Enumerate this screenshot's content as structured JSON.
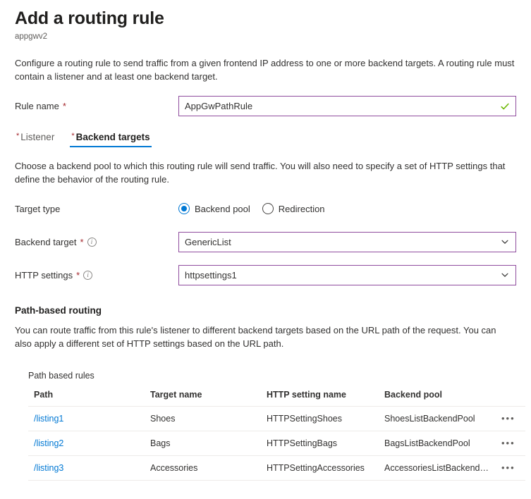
{
  "header": {
    "title": "Add a routing rule",
    "subtitle": "appgwv2"
  },
  "intro": "Configure a routing rule to send traffic from a given frontend IP address to one or more backend targets. A routing rule must contain a listener and at least one backend target.",
  "rule_name": {
    "label": "Rule name",
    "required_marker": "*",
    "value": "AppGwPathRule",
    "valid_icon": "check-icon"
  },
  "tabs": [
    {
      "label": "Listener",
      "required_marker": "*",
      "active": false
    },
    {
      "label": "Backend targets",
      "required_marker": "*",
      "active": true
    }
  ],
  "backend_targets": {
    "description": "Choose a backend pool to which this routing rule will send traffic. You will also need to specify a set of HTTP settings that define the behavior of the routing rule.",
    "target_type": {
      "label": "Target type",
      "options": [
        {
          "label": "Backend pool",
          "selected": true
        },
        {
          "label": "Redirection",
          "selected": false
        }
      ]
    },
    "backend_target": {
      "label": "Backend target",
      "required_marker": "*",
      "info_icon": "info-icon",
      "value": "GenericList"
    },
    "http_settings": {
      "label": "HTTP settings",
      "required_marker": "*",
      "info_icon": "info-icon",
      "value": "httpsettings1"
    }
  },
  "path_based_routing": {
    "heading": "Path-based routing",
    "description": "You can route traffic from this rule's listener to different backend targets based on the URL path of the request. You can also apply a different set of HTTP settings based on the URL path.",
    "table_caption": "Path based rules",
    "columns": [
      "Path",
      "Target name",
      "HTTP setting name",
      "Backend pool"
    ],
    "rows": [
      {
        "path": "/listing1",
        "target_name": "Shoes",
        "http_setting_name": "HTTPSettingShoes",
        "backend_pool": "ShoesListBackendPool",
        "menu": "•••"
      },
      {
        "path": "/listing2",
        "target_name": "Bags",
        "http_setting_name": "HTTPSettingBags",
        "backend_pool": "BagsListBackendPool",
        "menu": "•••"
      },
      {
        "path": "/listing3",
        "target_name": "Accessories",
        "http_setting_name": "HTTPSettingAccessories",
        "backend_pool": "AccessoriesListBackendP...",
        "menu": "•••"
      }
    ]
  },
  "colors": {
    "accent_blue": "#0078d4",
    "field_border_purple": "#8f4c9e",
    "valid_green": "#6bb700",
    "required_red": "#a4262c",
    "link_blue": "#0078d4"
  }
}
